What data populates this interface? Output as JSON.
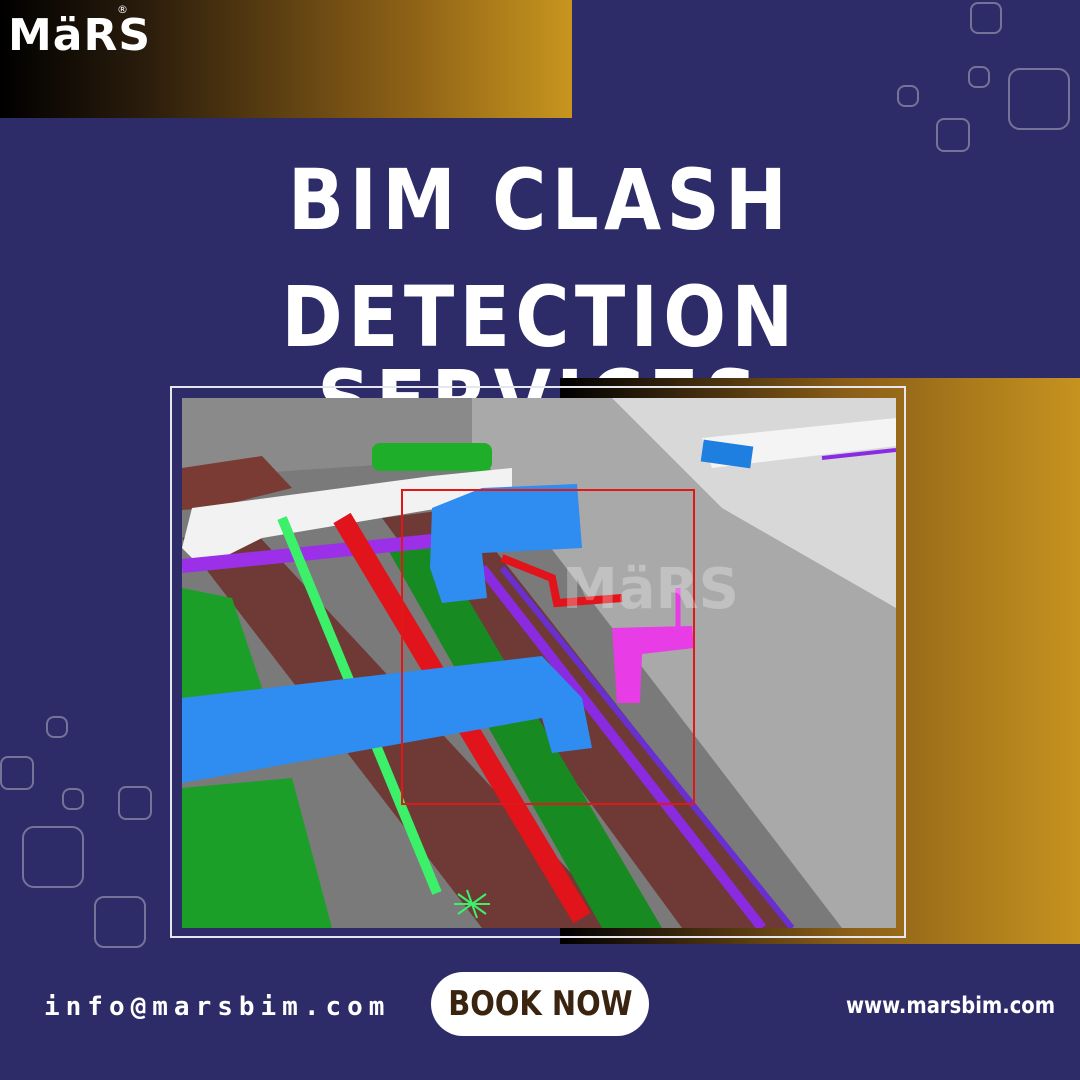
{
  "brand": {
    "logo_text": "MäRS",
    "registered_mark": "®",
    "watermark_text": "MäRS"
  },
  "headline": {
    "line1": "BIM CLASH",
    "line2": "DETECTION SERVICES"
  },
  "footer": {
    "email": "info@marsbim.com",
    "cta_label": "BOOK NOW",
    "website": "www.marsbim.com"
  },
  "colors": {
    "background": "#2d2b68",
    "gold": "#c8951e",
    "duct_blue": "#2f8cf0",
    "pipe_green": "#1fae2a",
    "pipe_red": "#e0141a",
    "pipe_purple": "#8a2be2",
    "clash_box": "#e01818"
  }
}
